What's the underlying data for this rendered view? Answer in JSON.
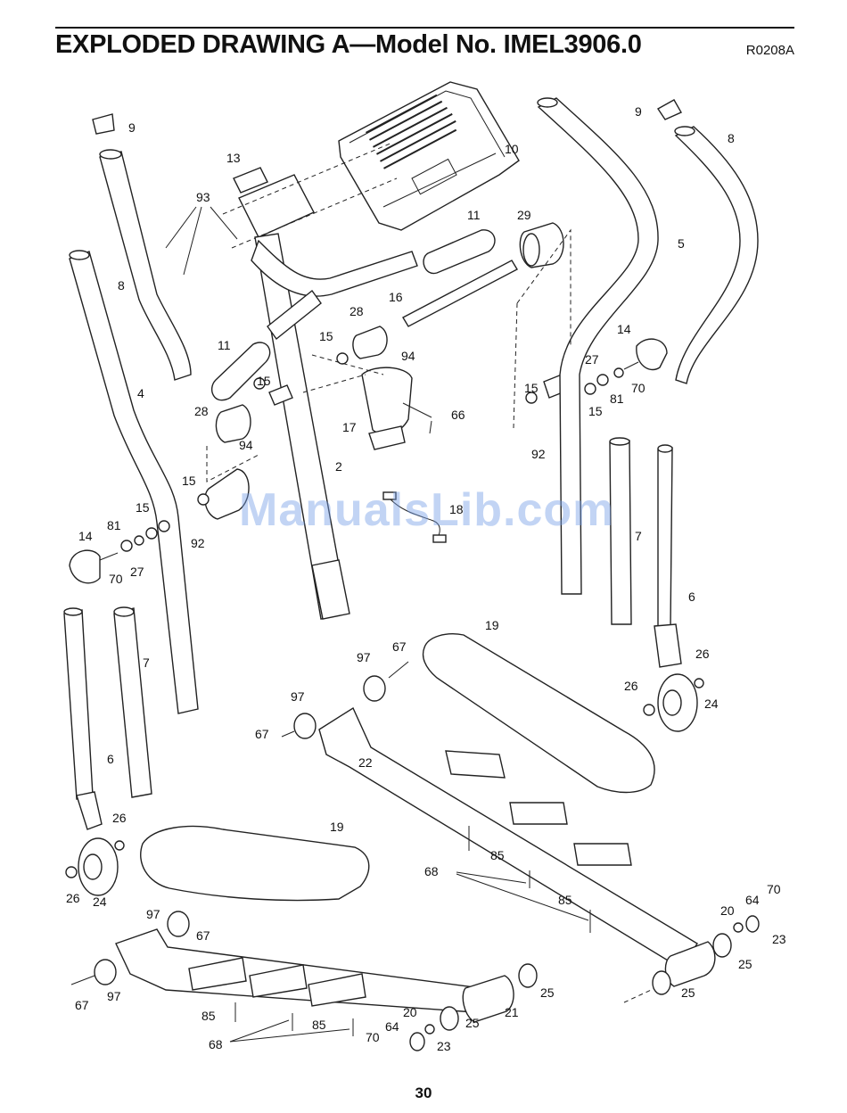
{
  "header": {
    "title": "EXPLODED DRAWING A—Model No. IMEL3906.0",
    "code": "R0208A"
  },
  "footer": {
    "page_number": "30"
  },
  "watermark": "ManualsLib.com",
  "labels": {
    "p9a": "9",
    "p9b": "9",
    "p8a": "8",
    "p8b": "8",
    "p13": "13",
    "p10": "10",
    "p93": "93",
    "p11a": "11",
    "p11b": "11",
    "p29": "29",
    "p5": "5",
    "p16": "16",
    "p28a": "28",
    "p28b": "28",
    "p15a": "15",
    "p15b": "15",
    "p15c": "15",
    "p15d": "15",
    "p15e": "15",
    "p15f": "15",
    "p94a": "94",
    "p94b": "94",
    "p4": "4",
    "p14a": "14",
    "p14b": "14",
    "p27a": "27",
    "p27b": "27",
    "p81a": "81",
    "p81b": "81",
    "p70a": "70",
    "p70b": "70",
    "p70c": "70",
    "p70d": "70",
    "p66": "66",
    "p17": "17",
    "p2": "2",
    "p92a": "92",
    "p92b": "92",
    "p18": "18",
    "p7a": "7",
    "p7b": "7",
    "p6a": "6",
    "p6b": "6",
    "p19a": "19",
    "p19b": "19",
    "p67a": "67",
    "p67b": "67",
    "p67c": "67",
    "p67d": "67",
    "p97a": "97",
    "p97b": "97",
    "p97c": "97",
    "p97d": "97",
    "p26a": "26",
    "p26b": "26",
    "p26c": "26",
    "p26d": "26",
    "p24a": "24",
    "p24b": "24",
    "p22": "22",
    "p85a": "85",
    "p85b": "85",
    "p85c": "85",
    "p85d": "85",
    "p68a": "68",
    "p68b": "68",
    "p20a": "20",
    "p20b": "20",
    "p64a": "64",
    "p64b": "64",
    "p23a": "23",
    "p23b": "23",
    "p25a": "25",
    "p25b": "25",
    "p25c": "25",
    "p25d": "25",
    "p21": "21"
  }
}
